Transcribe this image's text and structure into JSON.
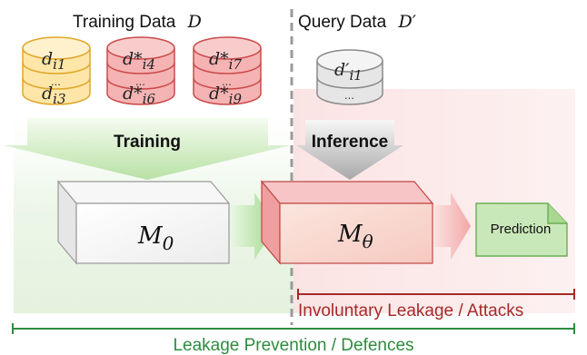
{
  "training_section": {
    "title": "Training Data",
    "symbol": "D"
  },
  "query_section": {
    "title": "Query Data",
    "symbol": "D′"
  },
  "databases": [
    {
      "top": "d",
      "top_sub": "i1",
      "bottom": "d",
      "bottom_sub": "i3",
      "color": "orange"
    },
    {
      "top": "d*",
      "top_sub": "i4",
      "bottom": "d*",
      "bottom_sub": "i6",
      "color": "red"
    },
    {
      "top": "d*",
      "top_sub": "i7",
      "bottom": "d*",
      "bottom_sub": "i9",
      "color": "red"
    },
    {
      "top": "d′",
      "top_sub": "i1",
      "bottom": "",
      "bottom_sub": "",
      "color": "gray"
    }
  ],
  "ellipsis": "...",
  "arrows": {
    "training": "Training",
    "inference": "Inference"
  },
  "models": {
    "base": "M",
    "base_sub": "0",
    "trained": "M",
    "trained_sub": "θ"
  },
  "output": {
    "label": "Prediction"
  },
  "ranges": {
    "leakage": "Involuntary Leakage / Attacks",
    "prevention": "Leakage Prevention / Defences"
  },
  "colors": {
    "training_bg": "#e9f5e4",
    "leak_bg": "#fbeaea",
    "red_line": "#a52a2a",
    "green_line": "#2e8b3e",
    "orange_db": "#fde8b0",
    "red_db": "#f5b5b5",
    "gray_db": "#ececec"
  }
}
